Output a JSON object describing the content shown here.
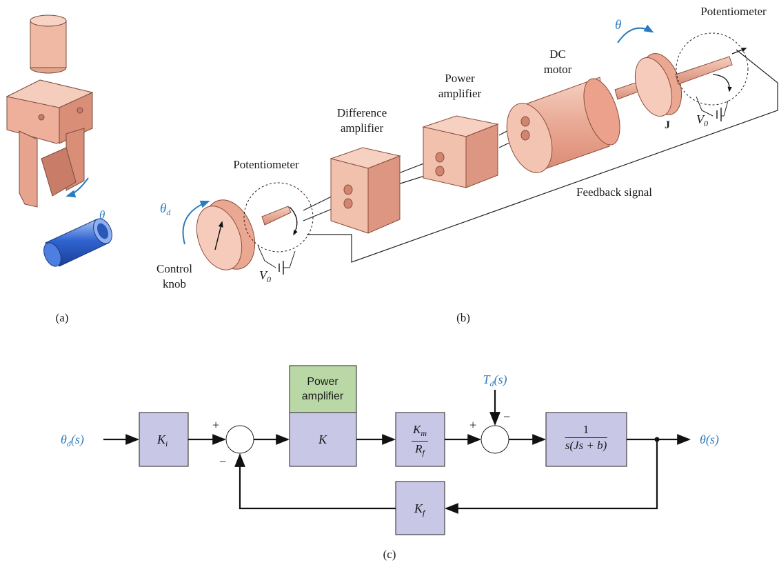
{
  "figure_a": {
    "theta": "θ",
    "caption": "(a)"
  },
  "figure_b": {
    "caption": "(b)",
    "potentiometer_input": "Potentiometer",
    "potentiometer_output": "Potentiometer",
    "difference_amplifier": [
      "Difference",
      "amplifier"
    ],
    "power_amplifier": [
      "Power",
      "amplifier"
    ],
    "dc_motor": [
      "DC",
      "motor"
    ],
    "control_knob": [
      "Control",
      "knob"
    ],
    "feedback_signal": "Feedback signal",
    "theta_d": "θ",
    "theta_d_sub": "d",
    "theta": "θ",
    "voltage_left": "V",
    "voltage_left_sub": "0",
    "voltage_right": "V",
    "voltage_right_sub": "0",
    "inertia": "J"
  },
  "figure_c": {
    "caption": "(c)",
    "input": "θ",
    "input_sub": "d",
    "input_arg": "(s)",
    "output": "θ(s)",
    "disturbance": "T",
    "disturbance_sub": "d",
    "disturbance_arg": "(s)",
    "ki": "K",
    "ki_sub": "i",
    "power_amp": [
      "Power",
      "amplifier"
    ],
    "k": "K",
    "km": "K",
    "km_sub": "m",
    "rf": "R",
    "rf_sub": "f",
    "plant_num": "1",
    "plant_den": "s(Js + b)",
    "kf": "K",
    "kf_sub": "f",
    "sum1_plus": "+",
    "sum1_minus": "−",
    "sum2_plus": "+",
    "sum2_minus": "−"
  },
  "colors": {
    "accent": "#2b7bbf",
    "block_fill": "#c9c7e6",
    "power_amp_fill": "#b9d8a6",
    "mechanism": "#e7a58f",
    "roller": "#3a6fd6"
  }
}
